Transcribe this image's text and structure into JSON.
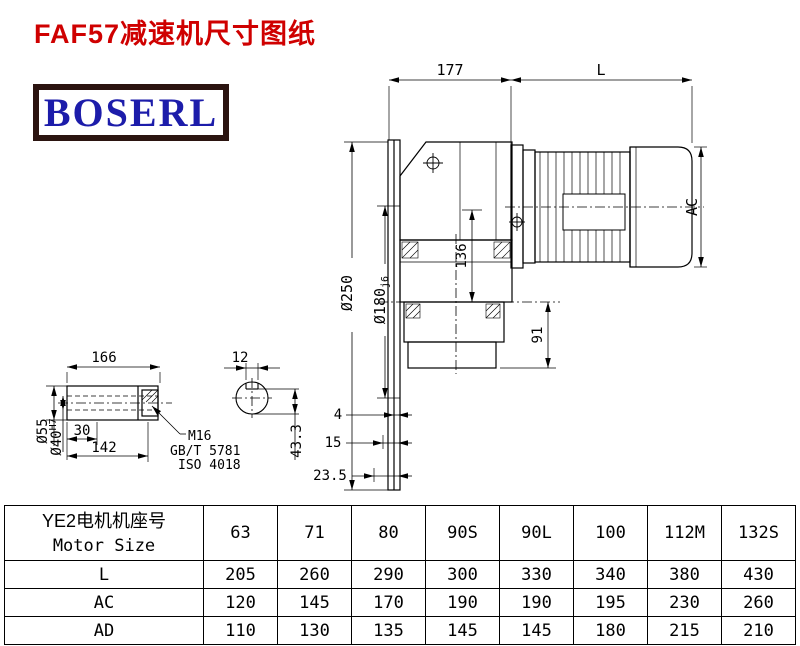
{
  "page": {
    "title": "FAF57减速机尺寸图纸",
    "logo": "BOSERL"
  },
  "drawing": {
    "dim_177": "177",
    "dim_L": "L",
    "dim_AC": "AC",
    "dim_136": "136",
    "dim_91": "91",
    "dim_flange_od": "Ø250",
    "dim_spigot": "Ø180",
    "dim_spigot_tol": "j6",
    "dim_4": "4",
    "dim_15": "15",
    "dim_23_5": "23.5",
    "dim_166": "166",
    "dim_12": "12",
    "dim_30": "30",
    "dim_142": "142",
    "dim_shaft_od": "Ø55",
    "dim_bore": "Ø40",
    "dim_bore_tol": "H7",
    "dim_43_3": "43.3",
    "thread_callout": "M16",
    "standard_1": "GB/T 5781",
    "standard_2": "ISO 4018"
  },
  "table": {
    "header": {
      "line1": "YE2电机机座号",
      "line2": "Motor Size"
    },
    "sizes": [
      "63",
      "71",
      "80",
      "90S",
      "90L",
      "100",
      "112M",
      "132S"
    ],
    "rows": [
      {
        "label": "L",
        "values": [
          "205",
          "260",
          "290",
          "300",
          "330",
          "340",
          "380",
          "430"
        ]
      },
      {
        "label": "AC",
        "values": [
          "120",
          "145",
          "170",
          "190",
          "190",
          "195",
          "230",
          "260"
        ]
      },
      {
        "label": "AD",
        "values": [
          "110",
          "130",
          "135",
          "145",
          "145",
          "180",
          "215",
          "210"
        ]
      }
    ]
  }
}
